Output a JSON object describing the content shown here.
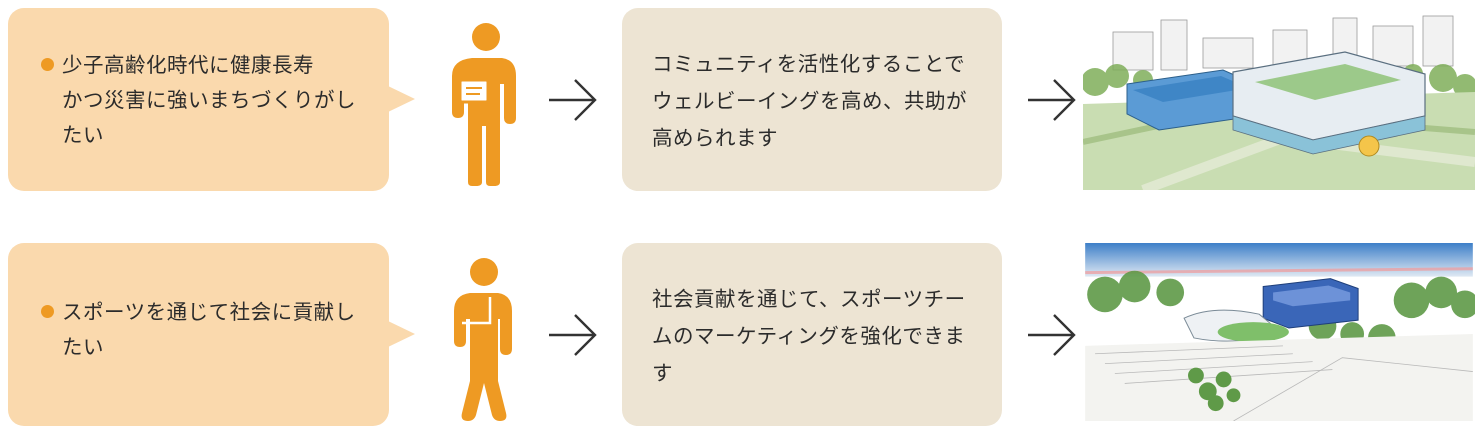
{
  "rows": [
    {
      "need": [
        "少子高齢化時代に健康長寿",
        "かつ災害に強いまちづくりがし",
        "たい"
      ],
      "result": [
        "コミュニティを活性化することで",
        "ウェルビーイングを高め、共助が",
        "高められます"
      ],
      "person_icon": "person-holding-paper-icon",
      "illustration_icon": "stadium-sketch-icon"
    },
    {
      "need": [
        "スポーツを通じて社会に貢献し",
        "たい"
      ],
      "result": [
        "社会貢献を通じて、スポーツチー",
        "ムのマーケティングを強化できま",
        "す"
      ],
      "person_icon": "person-thinking-icon",
      "illustration_icon": "arena-park-sketch-icon"
    }
  ],
  "colors": {
    "need_bg": "#fad9ad",
    "result_bg": "#ede4d3",
    "accent": "#ee9a23",
    "text": "#2b2b2b"
  }
}
